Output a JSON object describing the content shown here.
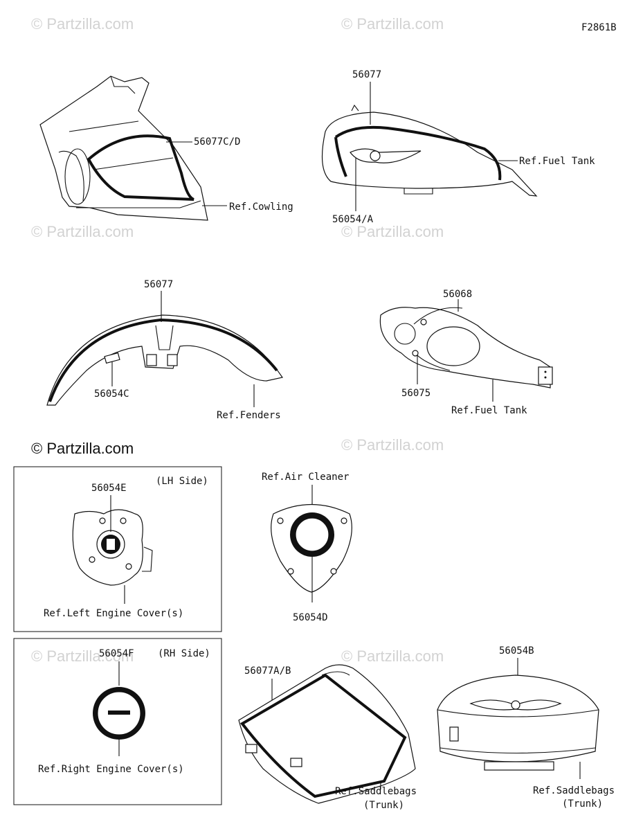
{
  "figure_code": "F2861B",
  "watermark": "© Partzilla.com",
  "callouts": {
    "cowl_decal": "56077C/D",
    "cowl_ref": "Ref.Cowling",
    "tank_decal": "56077",
    "tank_ref": "Ref.Fuel Tank",
    "tank_emblem": "56054/A",
    "fender_decal": "56077",
    "fender_emblem": "56054C",
    "fender_ref": "Ref.Fenders",
    "cover_decal": "56068",
    "cover_decal2": "56075",
    "cover_ref": "Ref.Fuel Tank",
    "lh_part": "56054E",
    "lh_side": "(LH Side)",
    "lh_ref": "Ref.Left Engine Cover(s)",
    "air_ref": "Ref.Air Cleaner",
    "air_part": "56054D",
    "rh_part": "56054F",
    "rh_side": "(RH Side)",
    "rh_ref": "Ref.Right Engine Cover(s)",
    "bag_part": "56077A/B",
    "bag_ref_1": "Ref.Saddlebags",
    "bag_ref_2": "(Trunk)",
    "trunk_part": "56054B",
    "trunk_ref_1": "Ref.Saddlebags",
    "trunk_ref_2": "(Trunk)"
  }
}
